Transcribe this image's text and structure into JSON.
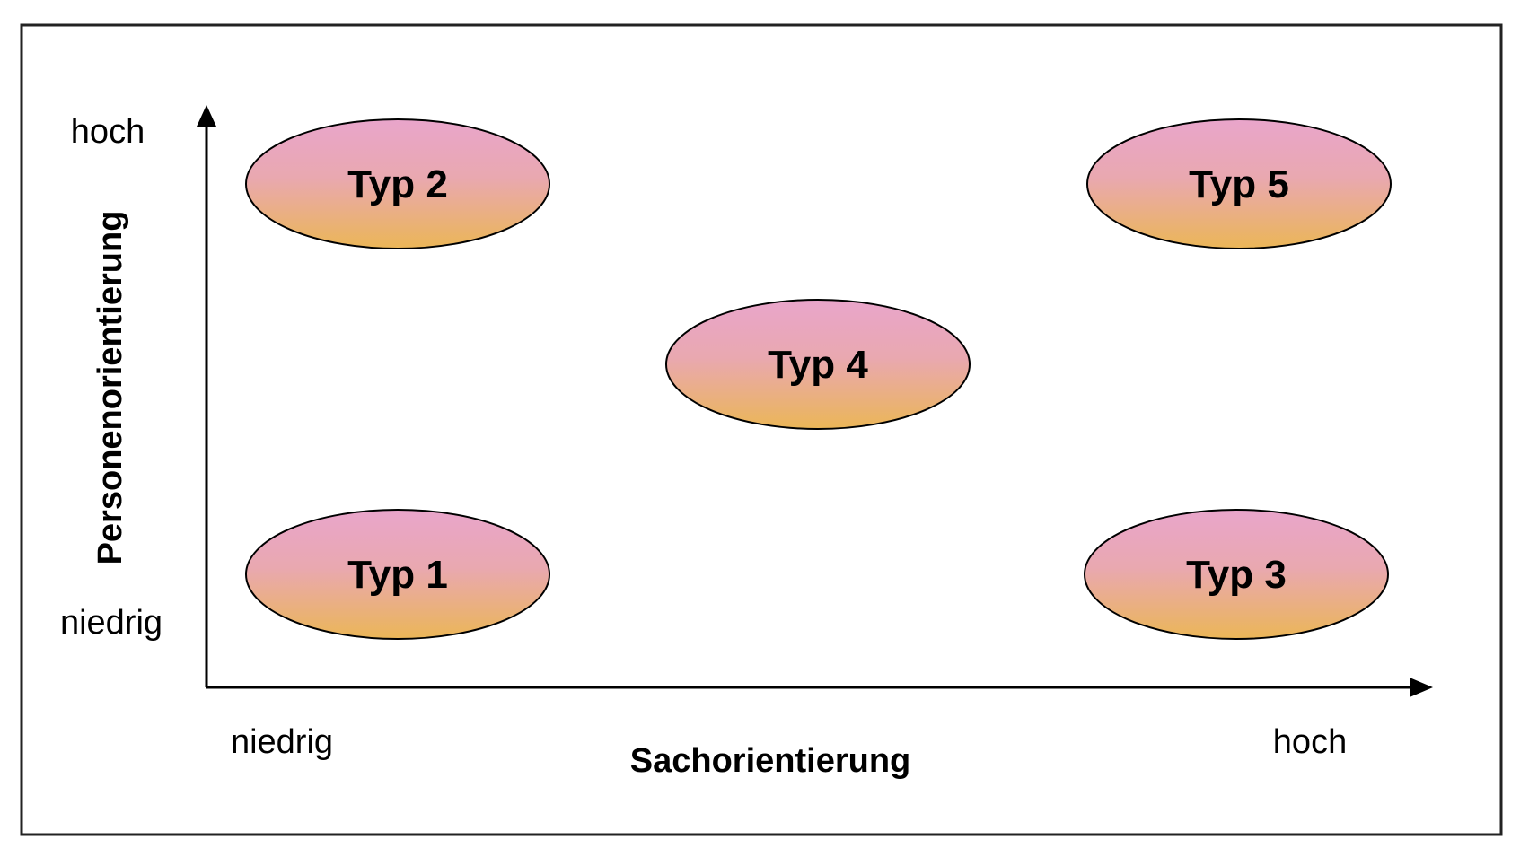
{
  "y_axis": {
    "title": "Personenorientierung",
    "high_label": "hoch",
    "low_label": "niedrig"
  },
  "x_axis": {
    "title": "Sachorientierung",
    "low_label": "niedrig",
    "high_label": "hoch"
  },
  "nodes": [
    {
      "label": "Typ 2"
    },
    {
      "label": "Typ 5"
    },
    {
      "label": "Typ 4"
    },
    {
      "label": "Typ 1"
    },
    {
      "label": "Typ 3"
    }
  ],
  "colors": {
    "ellipse_top": "#E9A5CB",
    "ellipse_bottom": "#EBB657",
    "stroke": "#000000",
    "frame": "#222222"
  }
}
